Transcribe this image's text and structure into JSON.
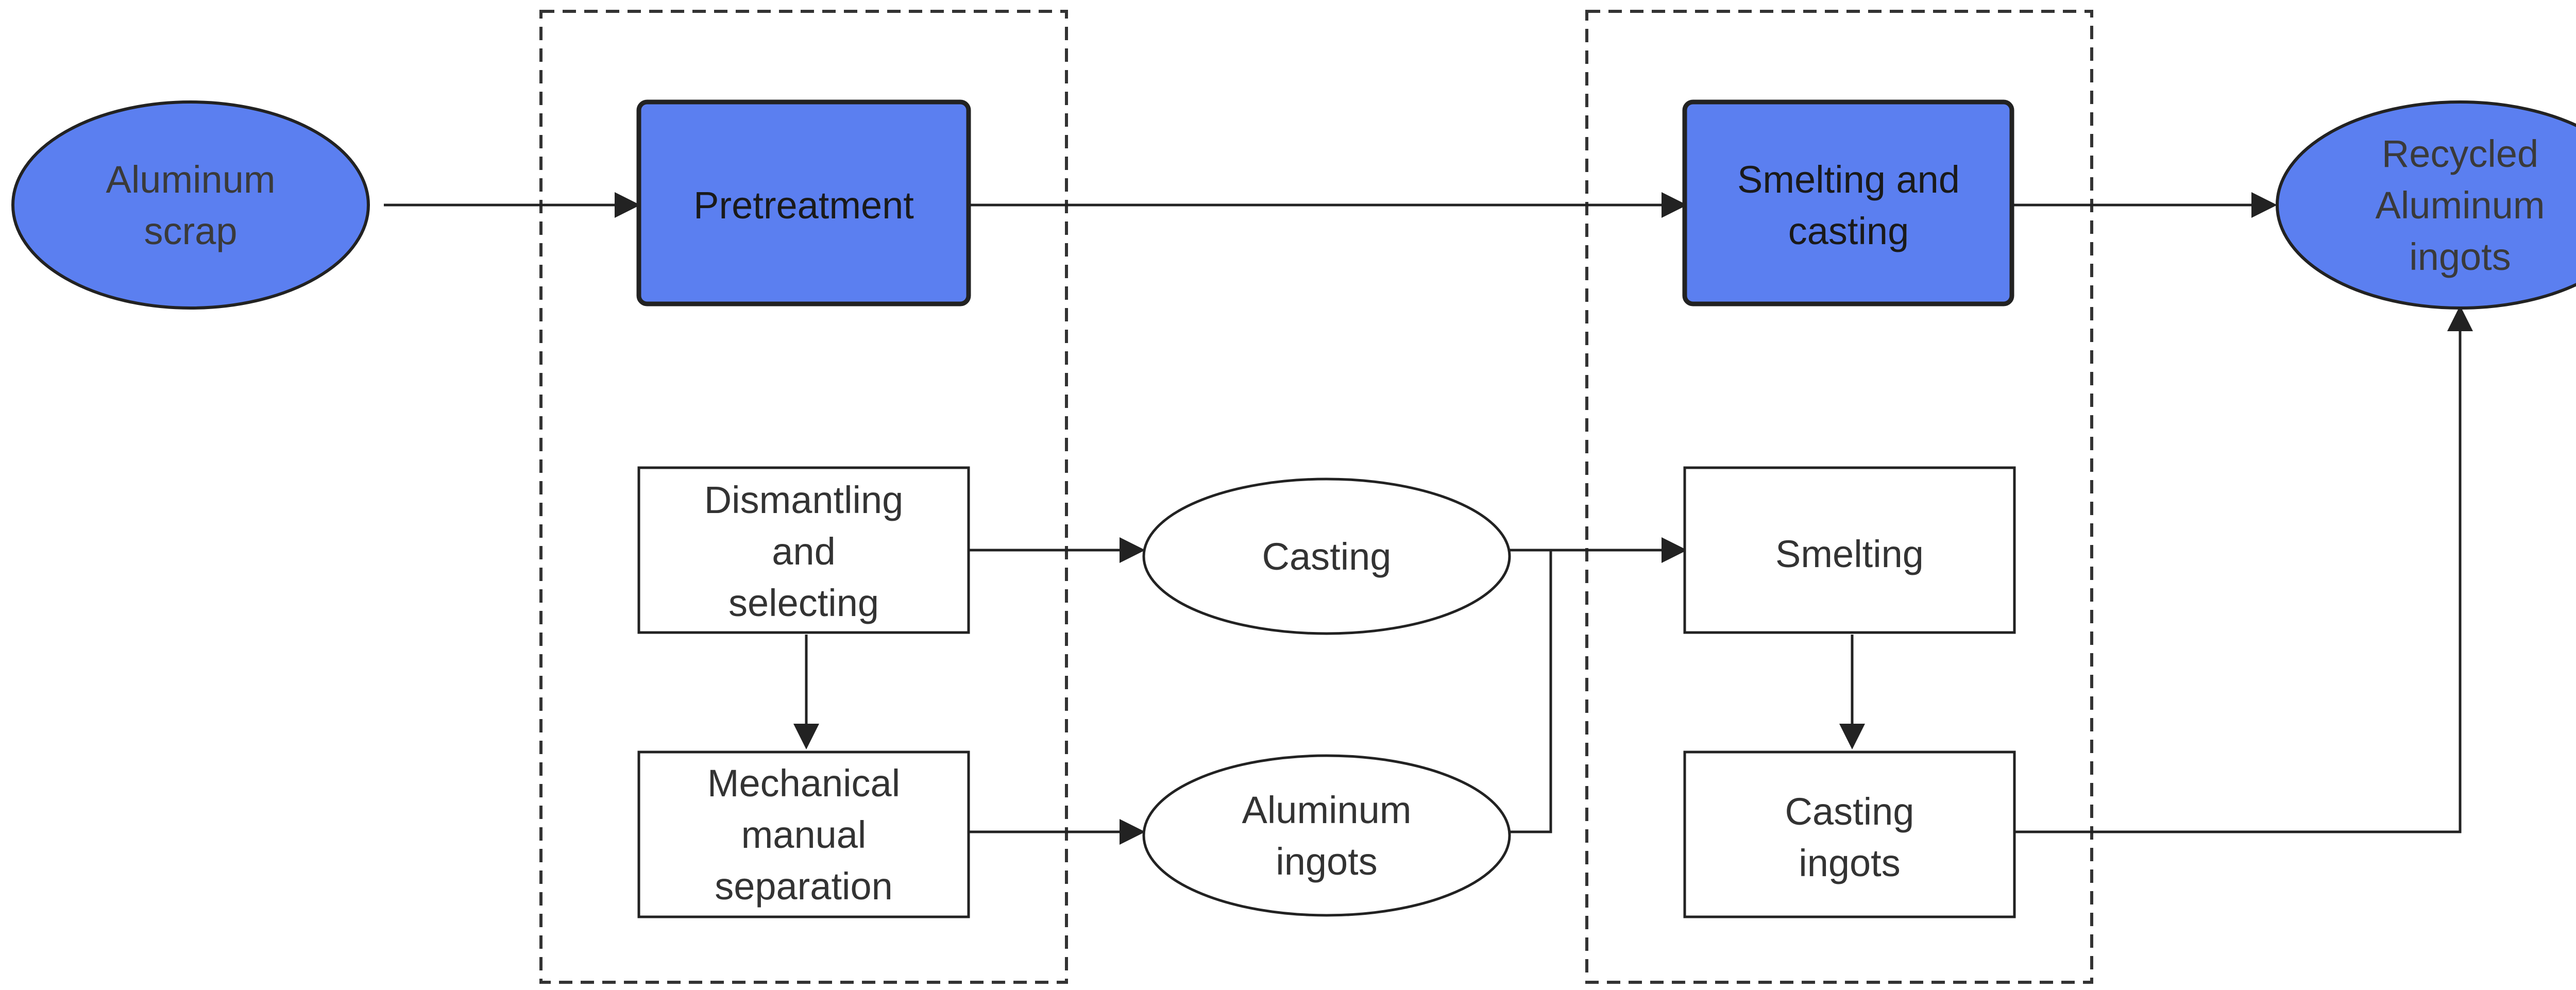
{
  "colors": {
    "accent_fill": "#5b7ff0",
    "stroke": "#222222",
    "dashed_stroke": "#333333",
    "white": "#ffffff"
  },
  "nodes": {
    "aluminum_scrap": {
      "lines": [
        "Aluminum",
        "scrap"
      ]
    },
    "pretreatment": {
      "lines": [
        "Pretreatment"
      ]
    },
    "smelting_casting": {
      "lines": [
        "Smelting and",
        "casting"
      ]
    },
    "recycled_ingots": {
      "lines": [
        "Recycled",
        "Aluminum",
        "ingots"
      ]
    },
    "dismantling": {
      "lines": [
        "Dismantling",
        "and",
        "selecting"
      ]
    },
    "mechanical": {
      "lines": [
        "Mechanical",
        "manual",
        "separation"
      ]
    },
    "casting": {
      "lines": [
        "Casting"
      ]
    },
    "aluminum_ingots": {
      "lines": [
        "Aluminum",
        "ingots"
      ]
    },
    "smelting": {
      "lines": [
        "Smelting"
      ]
    },
    "casting_ingots": {
      "lines": [
        "Casting",
        "ingots"
      ]
    }
  }
}
